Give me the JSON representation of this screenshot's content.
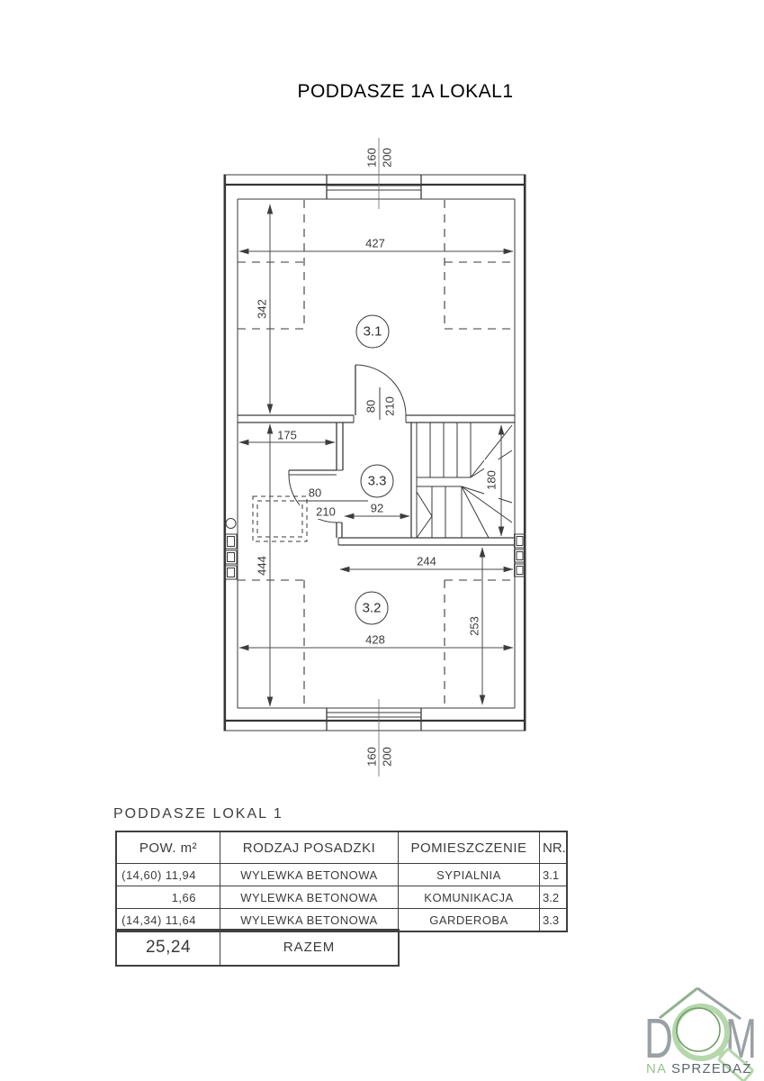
{
  "title": "PODDASZE 1A LOKAL1",
  "plan": {
    "rooms": {
      "r1": "3.1",
      "r2": "3.3",
      "r3": "3.2"
    },
    "dims": {
      "width_top": "427",
      "height_31": "342",
      "left_175": "175",
      "w92": "92",
      "w244": "244",
      "h444": "444",
      "w428": "428",
      "h253": "253",
      "h180": "180",
      "door_top_w": "80",
      "door_top_h": "210",
      "door_gard_w": "80",
      "door_gard_h": "210"
    },
    "window_top": {
      "w": "160",
      "h": "200"
    },
    "window_bottom": {
      "w": "160",
      "h": "200"
    }
  },
  "table": {
    "heading": "PODDASZE LOKAL 1",
    "columns": {
      "pow": "POW. m²",
      "posadzka": "RODZAJ POSADZKI",
      "pomieszczenie": "POMIESZCZENIE",
      "nr": "NR."
    },
    "rows": [
      {
        "pow": "(14,60) 11,94",
        "posadzka": "WYLEWKA BETONOWA",
        "pomieszczenie": "SYPIALNIA",
        "nr": "3.1"
      },
      {
        "pow": "1,66",
        "posadzka": "WYLEWKA BETONOWA",
        "pomieszczenie": "KOMUNIKACJA",
        "nr": "3.2"
      },
      {
        "pow": "(14,34) 11,64",
        "posadzka": "WYLEWKA BETONOWA",
        "pomieszczenie": "GARDEROBA",
        "nr": "3.3"
      }
    ],
    "total": {
      "pow": "25,24",
      "label": "RAZEM"
    }
  },
  "logo": {
    "letter_d": "D",
    "letter_m": "M",
    "sub_na": "NA",
    "sub_rest": "SPRZEDAŻ",
    "green_light": "#b4d7ab",
    "green_dark": "#6f9e66",
    "green_text": "#98c391",
    "roof_left": "#8fb28c",
    "roof_right": "#9aa3a6",
    "gray_letter": "#99a1a5",
    "dark_text": "#5d686e"
  }
}
